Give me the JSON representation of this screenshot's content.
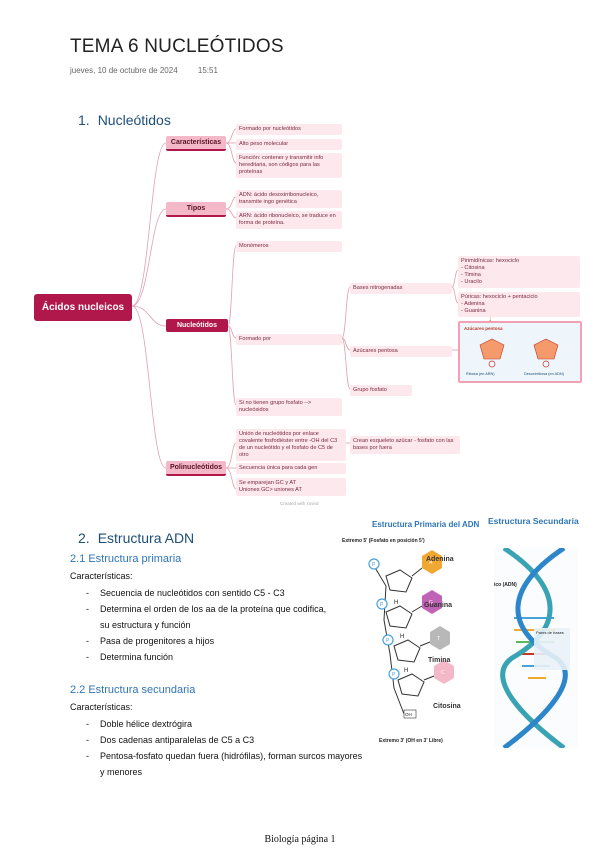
{
  "title": "TEMA 6 NUCLEÓTIDOS",
  "date": "jueves, 10 de octubre de 2024",
  "time": "15:51",
  "section1": {
    "num": "1.",
    "label": "Nucleótidos"
  },
  "mindmap": {
    "root": "Ácidos nucleicos",
    "caracteristicas": {
      "label": "Características",
      "items": [
        "Formado por nucleótidos",
        "Alto peso molecular",
        "Función: contener y transmitir info hereditaria, son códigos para las proteínas"
      ]
    },
    "tipos": {
      "label": "Tipos",
      "items": [
        "ADN: ácido desoxirribonucleico, transmite ingo genética",
        "ARN: ácido ribonucleico, se traduce en forma de proteína."
      ]
    },
    "nucleotidos": {
      "label": "Nucleótidos",
      "monomeros": "Monómeros",
      "formado_por": "Formado por",
      "sin_fosfato": "Si no tienen grupo fosfato --> nucleósidos",
      "bases": "Bases nitrogenadas",
      "pirimidinicas": "Pirimidínicas: hexociclo\n  - Citosina\n  - Timina\n  - Uracilo",
      "puricas": "Púricas: hexociclo + pentaciclo\n  - Adenina\n  - Guanina",
      "azucares": "Azúcares pentosa",
      "grupo_fosfato": "Grupo fosfato",
      "pentosa_title": "Azúcares pentosa",
      "ribosa": "Ribosa (en ARN)",
      "desoxirribosa": "Desoxirribosa (en ADN)"
    },
    "polinucleotidos": {
      "label": "Polinucleótidos",
      "union": "Unión de nucleótidos por enlace covalente fosfodiéster entre -OH del C3 de un nucleótido y el fosfato de C5 de otro",
      "esqueleto": "Crean esqueleto azúcar - fosfato con las bases por fuera",
      "secuencia": "Secuencia única para cada gen",
      "emparejan": "Se emparejan GC y AT\nUniones GC> uniones AT"
    },
    "watermark": "Created with xmind"
  },
  "section2": {
    "num": "2.",
    "label": "Estructura ADN"
  },
  "primaria": {
    "heading": "2.1 Estructura primaria",
    "caract": "Características:",
    "items": [
      "Secuencia de nucleótidos con sentido C5 - C3",
      "Determina el orden de los aa de la proteína que codifica,",
      "su estructura y función",
      "Pasa de progenitores a hijos",
      "Determina función"
    ]
  },
  "secundaria": {
    "heading": "2.2 Estructura secundaria",
    "caract": "Características:",
    "items": [
      "Doble hélice dextrógira",
      "Dos cadenas antiparalelas de C5 a C3",
      "Pentosa-fosfato quedan fuera (hidrófilas), forman surcos mayores",
      "y menores"
    ]
  },
  "fig_primaria": {
    "title": "Estructura Primaria del ADN",
    "extremo5": "Extremo 5' (Fosfato en posición 5')",
    "extremo3": "Extremo 3' (OH en 3' Libre)",
    "bases": [
      "Adenina",
      "Guanina",
      "Timina",
      "Citosina"
    ],
    "letters": [
      "A",
      "G",
      "T",
      "C"
    ],
    "p": "P",
    "h": "H",
    "oh": "OH"
  },
  "fig_secundaria": {
    "title": "Estructura Secundaria",
    "label": "ico (ADN)",
    "pares": "Pares de bases"
  },
  "footer": "Biología página 1",
  "colors": {
    "root": "#b0174a",
    "leaf": "#fde8ee",
    "heading": "#1f4e79",
    "subheading": "#2e75b6"
  }
}
